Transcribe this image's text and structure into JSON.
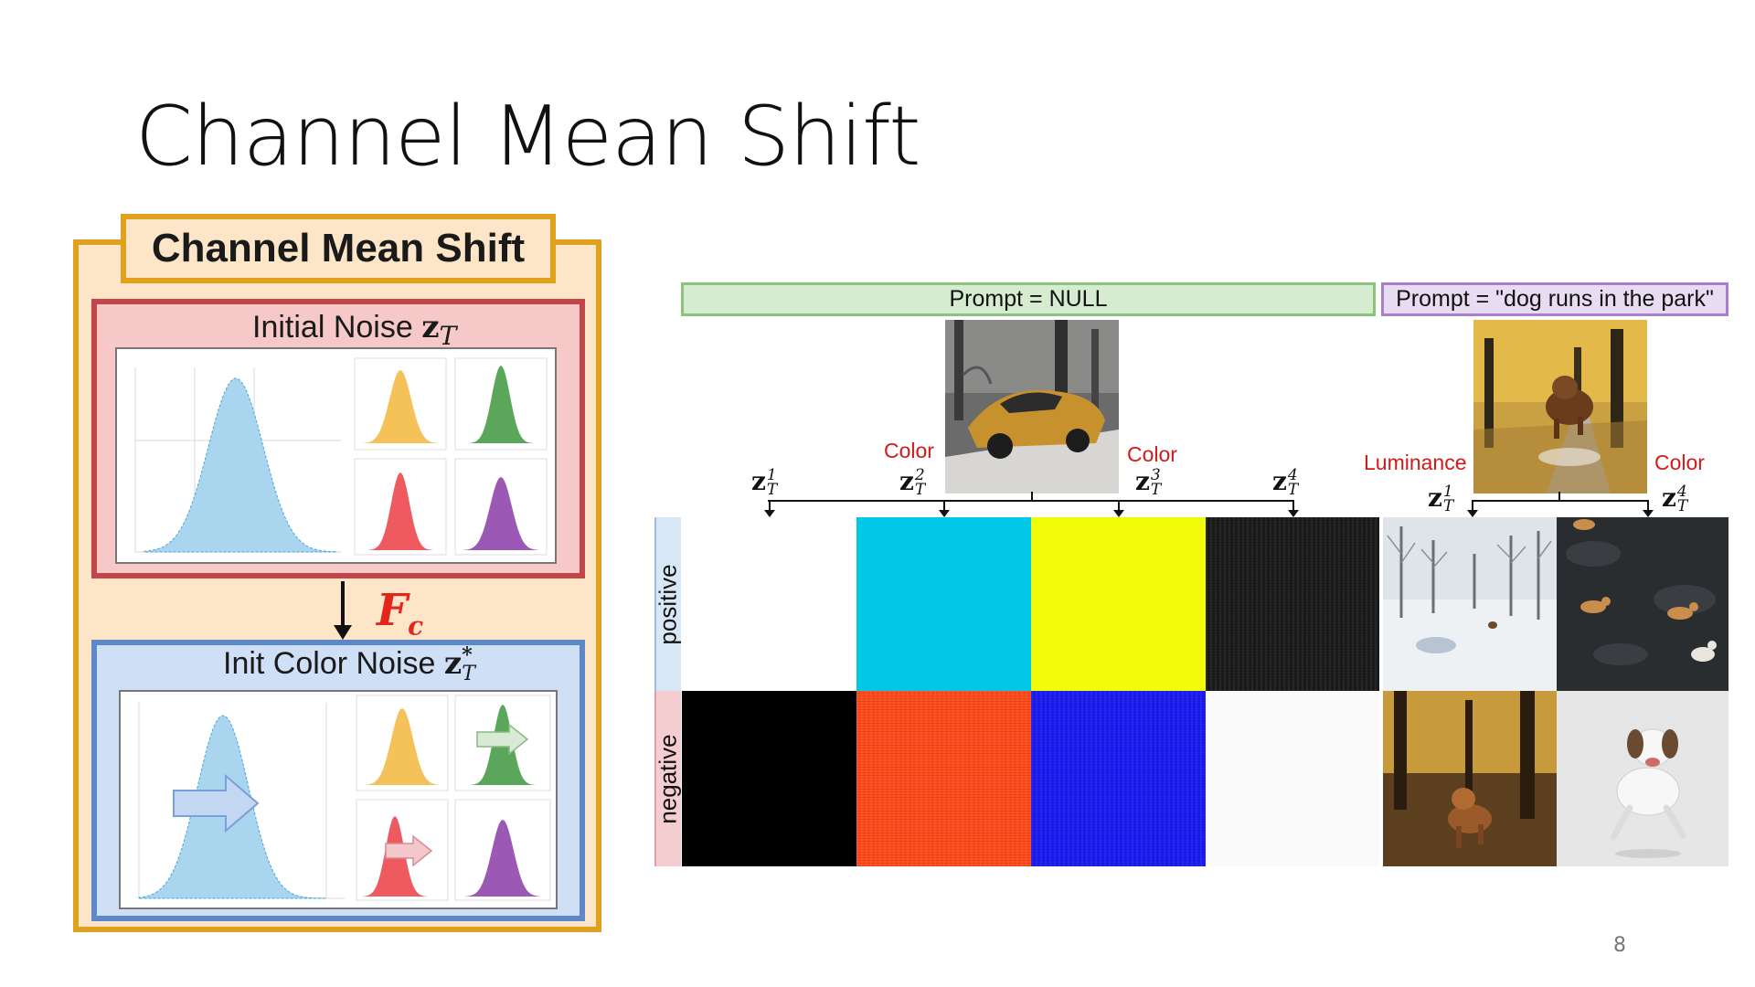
{
  "slide": {
    "title": "Channel Mean Shift",
    "page_number": "8"
  },
  "diagram": {
    "header": "Channel Mean Shift",
    "initial_noise": {
      "label": "Initial Noise",
      "symbol": "z",
      "subscript": "T"
    },
    "operator": {
      "symbol": "F",
      "subscript": "c"
    },
    "color_noise": {
      "label": "Init Color Noise",
      "symbol": "z",
      "superscript": "*",
      "subscript": "T"
    },
    "colors": {
      "outer_border": "#e0a21e",
      "init_border": "#c0464a",
      "color_border": "#5d87c6",
      "hist_main": "#a9d6ee",
      "hist_orange": "#f5c25a",
      "hist_green": "#5aa65a",
      "hist_red": "#ef5a61",
      "hist_purple": "#9b58b5"
    }
  },
  "figure": {
    "prompt_null": "Prompt = NULL",
    "prompt_dog": "Prompt = \"dog runs in the park\"",
    "annotations": {
      "color_left": "Color",
      "color_right": "Color",
      "luminance": "Luminance",
      "color_dog": "Color"
    },
    "z_labels": [
      {
        "base": "z",
        "sup": "1",
        "sub": "T"
      },
      {
        "base": "z",
        "sup": "2",
        "sub": "T"
      },
      {
        "base": "z",
        "sup": "3",
        "sub": "T"
      },
      {
        "base": "z",
        "sup": "4",
        "sub": "T"
      },
      {
        "base": "z",
        "sup": "1",
        "sub": "T"
      },
      {
        "base": "z",
        "sup": "4",
        "sub": "T"
      }
    ],
    "rows": [
      {
        "label": "positive"
      },
      {
        "label": "negative"
      }
    ],
    "cell_colors": {
      "positive": [
        "#ffffff",
        "#00c8e6",
        "#f2fb0a",
        "#1a1a1a"
      ],
      "negative": [
        "#000000",
        "#ff4a1a",
        "#1a1af2",
        "#fafafa"
      ]
    },
    "photos": {
      "car": "car-image",
      "dog_park": "dog-park-image",
      "snow_park": "snow-park-image",
      "dogs_dark": "dogs-dark-pattern-image",
      "dog_forest": "dog-forest-image",
      "dog_white": "dog-white-background-image"
    }
  }
}
